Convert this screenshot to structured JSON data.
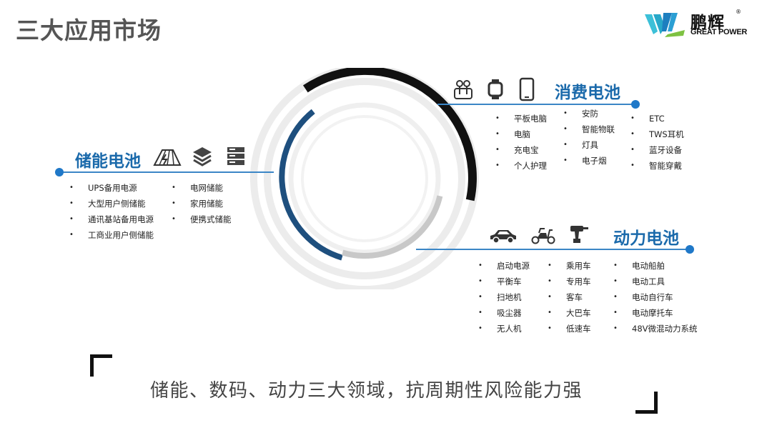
{
  "title": "三大应用市场",
  "logo": {
    "cn": "鹏辉",
    "en": "GREAT POWER",
    "reg": "®"
  },
  "storage": {
    "title": "储能电池",
    "icons": [
      "solar-panel-icon",
      "layers-icon",
      "server-rack-icon"
    ],
    "col1": [
      "UPS备用电源",
      "大型用户侧储能",
      "通讯基站备用电源",
      "工商业用户侧储能"
    ],
    "col2": [
      "电网储能",
      "家用储能",
      "便携式储能"
    ]
  },
  "consumer": {
    "title": "消费电池",
    "icons": [
      "earbuds-icon",
      "smartwatch-icon",
      "smartphone-icon"
    ],
    "col1": [
      "平板电脑",
      "电脑",
      "充电宝",
      "个人护理"
    ],
    "col2": [
      "安防",
      "智能物联",
      "灯具",
      "电子烟"
    ],
    "col3": [
      "ETC",
      "TWS耳机",
      "蓝牙设备",
      "智能穿戴"
    ]
  },
  "power": {
    "title": "动力电池",
    "icons": [
      "car-icon",
      "scooter-icon",
      "power-drill-icon"
    ],
    "col1": [
      "启动电源",
      "平衡车",
      "扫地机",
      "吸尘器",
      "无人机"
    ],
    "col2": [
      "乘用车",
      "专用车",
      "客车",
      "大巴车",
      "低速车"
    ],
    "col3": [
      "电动船舶",
      "电动工具",
      "电动自行车",
      "电动摩托车",
      "48V微混动力系统"
    ]
  },
  "slogan": "储能、数码、动力三大领域，抗周期性风险能力强",
  "colors": {
    "accent": "#1b6aab",
    "ring_dark": "#111111",
    "ring_navy": "#1e4f7e",
    "ring_gray": "#c8c8c8",
    "ring_light": "#ececec"
  }
}
